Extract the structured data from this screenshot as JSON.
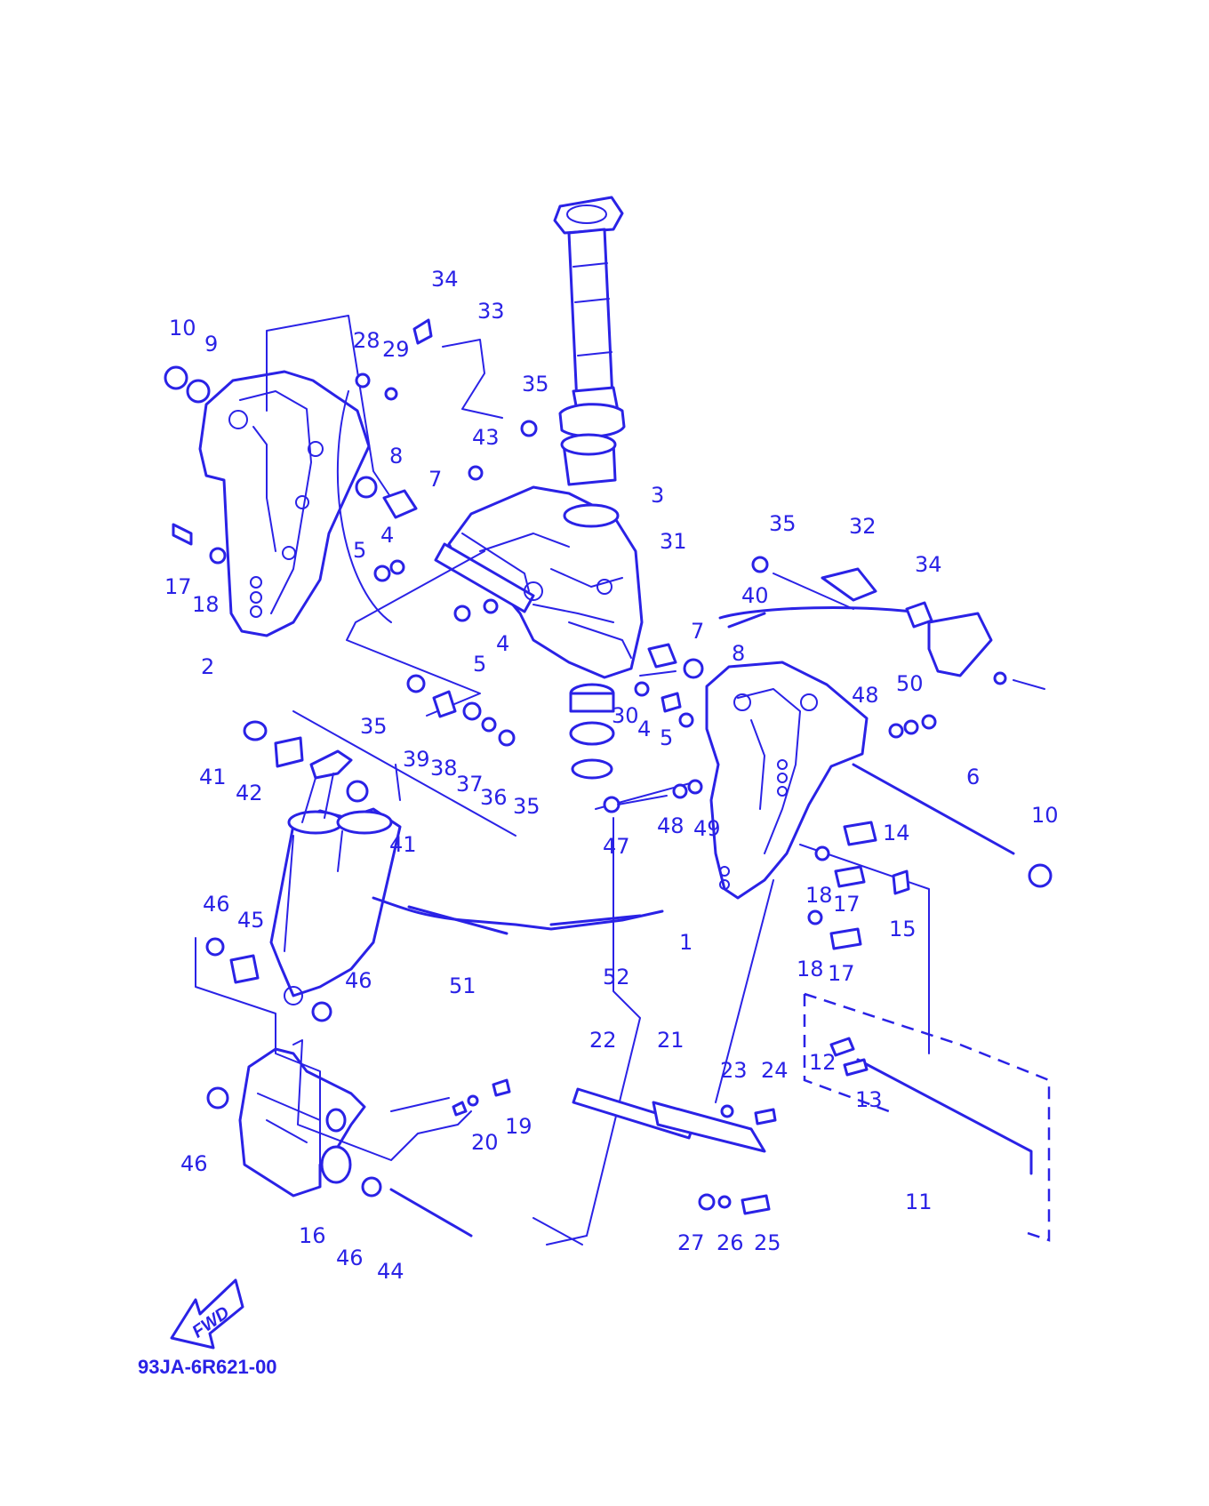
{
  "diagram": {
    "drawing_code": "93JA-6R621-00",
    "direction_label": "FWD",
    "ink_color": "#2a22e6",
    "background_color": "#ffffff",
    "callouts": {
      "c1": "1",
      "c2": "2",
      "c3": "3",
      "c4a": "4",
      "c4b": "4",
      "c4c": "4",
      "c5a": "5",
      "c5b": "5",
      "c5c": "5",
      "c6": "6",
      "c7a": "7",
      "c7b": "7",
      "c8a": "8",
      "c8b": "8",
      "c9": "9",
      "c10a": "10",
      "c10b": "10",
      "c11": "11",
      "c12": "12",
      "c13": "13",
      "c14": "14",
      "c15": "15",
      "c16": "16",
      "c17a": "17",
      "c17b": "17",
      "c17c": "17",
      "c18a": "18",
      "c18b": "18",
      "c18c": "18",
      "c19": "19",
      "c20": "20",
      "c21": "21",
      "c22": "22",
      "c23": "23",
      "c24": "24",
      "c25": "25",
      "c26": "26",
      "c27": "27",
      "c28": "28",
      "c29": "29",
      "c30": "30",
      "c31": "31",
      "c32": "32",
      "c33": "33",
      "c34a": "34",
      "c34b": "34",
      "c35a": "35",
      "c35b": "35",
      "c35c": "35",
      "c35d": "35",
      "c36": "36",
      "c37": "37",
      "c38": "38",
      "c39": "39",
      "c40": "40",
      "c41a": "41",
      "c41b": "41",
      "c42": "42",
      "c43": "43",
      "c44": "44",
      "c45": "45",
      "c46a": "46",
      "c46b": "46",
      "c46c": "46",
      "c46d": "46",
      "c47": "47",
      "c48a": "48",
      "c48b": "48",
      "c49": "49",
      "c50": "50",
      "c51": "51",
      "c52": "52"
    }
  }
}
